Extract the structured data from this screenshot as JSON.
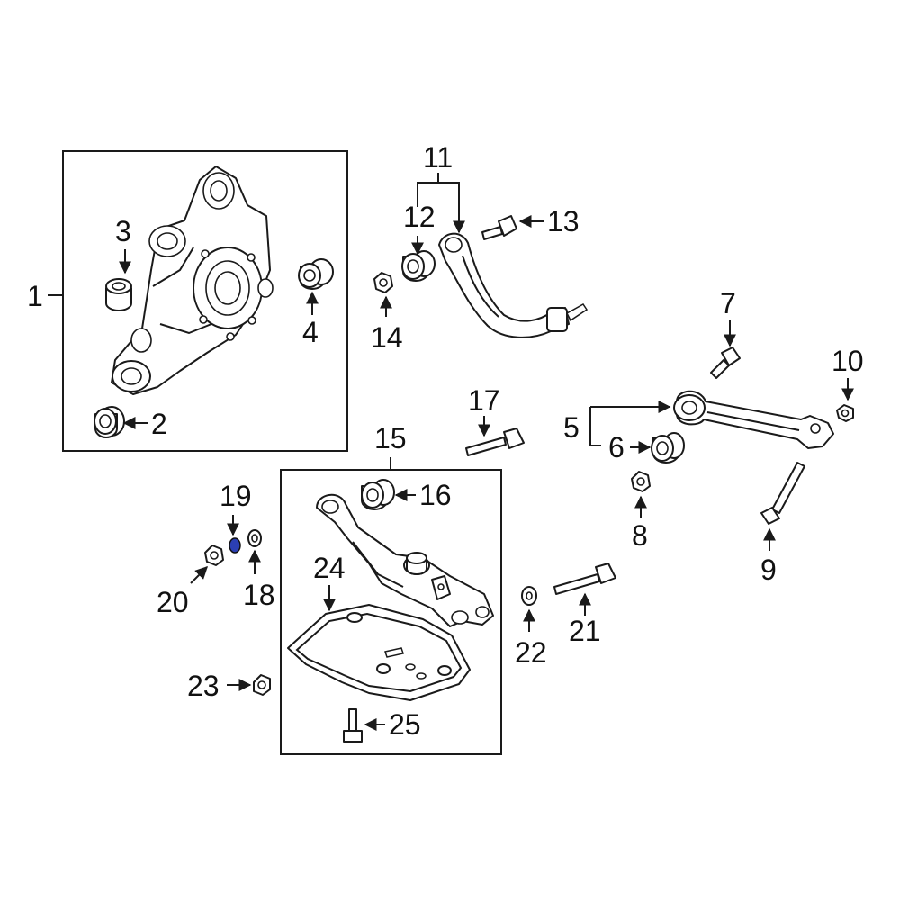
{
  "callouts": [
    "1",
    "2",
    "3",
    "4",
    "5",
    "6",
    "7",
    "8",
    "9",
    "10",
    "11",
    "12",
    "13",
    "14",
    "15",
    "16",
    "17",
    "18",
    "19",
    "20",
    "21",
    "22",
    "23",
    "24",
    "25"
  ],
  "colors": {
    "line": "#1a1a1a",
    "highlight": "#2b3fb3",
    "background": "#ffffff"
  },
  "highlighted_part": "19"
}
